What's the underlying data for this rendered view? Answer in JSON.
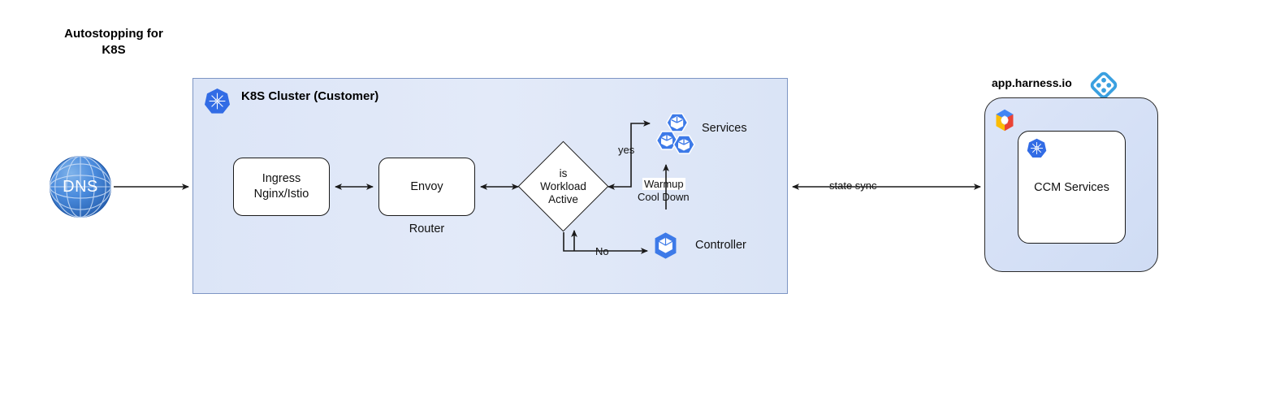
{
  "title": "Autostopping for\nK8S",
  "cluster": {
    "label": "K8S Cluster (Customer)",
    "icon": "kubernetes-icon",
    "fill": "#dce5f7",
    "border": "#7d95c4"
  },
  "dns": {
    "label": "DNS",
    "icon": "globe-icon",
    "color": "#2f6fd0"
  },
  "nodes": {
    "ingress": {
      "label": "Ingress\nNginx/Istio"
    },
    "envoy": {
      "label": "Envoy",
      "sublabel": "Router"
    },
    "decision": {
      "label": "is\nWorkload\nActive"
    },
    "services": {
      "label": "Services",
      "icon": "pods-stack-icon"
    },
    "controller": {
      "label": "Controller",
      "icon": "pod-icon"
    }
  },
  "edges": {
    "yes": "yes",
    "no": "No",
    "warmup": "Warmup",
    "cooldown": "Cool Down",
    "state_sync": "state sync"
  },
  "harness": {
    "label": "app.harness.io",
    "icon": "harness-logo-icon",
    "cloud_icon": "google-cloud-icon",
    "ccm": {
      "label": "CCM Services",
      "icon": "kubernetes-icon"
    },
    "accent": "#3aa0e0"
  }
}
